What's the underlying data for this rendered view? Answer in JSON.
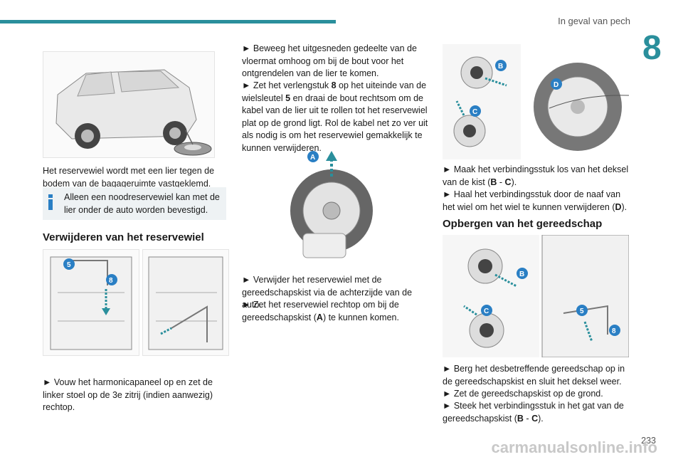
{
  "header": {
    "section_title": "In geval van pech",
    "chapter_number": "8"
  },
  "left": {
    "intro": "Het reservewiel wordt met een lier tegen de bodem van de bagageruimte vastgeklemd.",
    "callout": "Alleen een noodreservewiel kan met de lier onder de auto worden bevestigd.",
    "heading": "Verwijderen van het reservewiel",
    "step1": "► Vouw het harmonicapaneel op en zet de linker stoel op de 3e zitrij (indien aanwezig) rechtop."
  },
  "middle": {
    "step2": "► Beweeg het uitgesneden gedeelte van de vloermat omhoog om bij de bout voor het ontgrendelen van de lier te komen.",
    "step3_a": "► Zet het verlengstuk ",
    "step3_b": "8",
    "step3_c": " op het uiteinde van de wielsleutel ",
    "step3_d": "5",
    "step3_e": " en draai de bout rechtsom om de kabel van de lier uit te rollen tot het reservewiel plat op de grond ligt. Rol de kabel net zo ver uit als nodig is om het reservewiel gemakkelijk te kunnen verwijderen.",
    "step4": "► Verwijder het reservewiel met de gereedschapskist via de achterzijde van de auto.",
    "step5_a": "► Zet het reservewiel rechtop om bij de gereedschapskist (",
    "step5_b": "A",
    "step5_c": ") te kunnen komen."
  },
  "right": {
    "step6_a": "► Maak het verbindingsstuk los van het deksel van de kist (",
    "step6_b": "B",
    "step6_c": " - ",
    "step6_d": "C",
    "step6_e": ").",
    "step7_a": "► Haal het verbindingsstuk door de naaf van het wiel om het wiel te kunnen verwijderen (",
    "step7_b": "D",
    "step7_c": ").",
    "heading": "Opbergen van het gereedschap",
    "step8": "► Berg het desbetreffende gereedschap op in de gereedschapskist en sluit het deksel weer.",
    "step9": "► Zet de gereedschapskist op de grond.",
    "step10_a": "► Steek het verbindingsstuk in het gat van de gereedschapskist (",
    "step10_b": "B",
    "step10_c": " - ",
    "step10_d": "C",
    "step10_e": ")."
  },
  "figure_labels": {
    "A": "A",
    "B": "B",
    "C": "C",
    "D": "D",
    "five": "5",
    "eight": "8"
  },
  "footer": {
    "page_number": "233",
    "watermark": "carmanualsonline.info"
  },
  "colors": {
    "accent": "#2a8f9c",
    "label_blue": "#2a7fc4",
    "callout_bg": "#eef2f4"
  }
}
